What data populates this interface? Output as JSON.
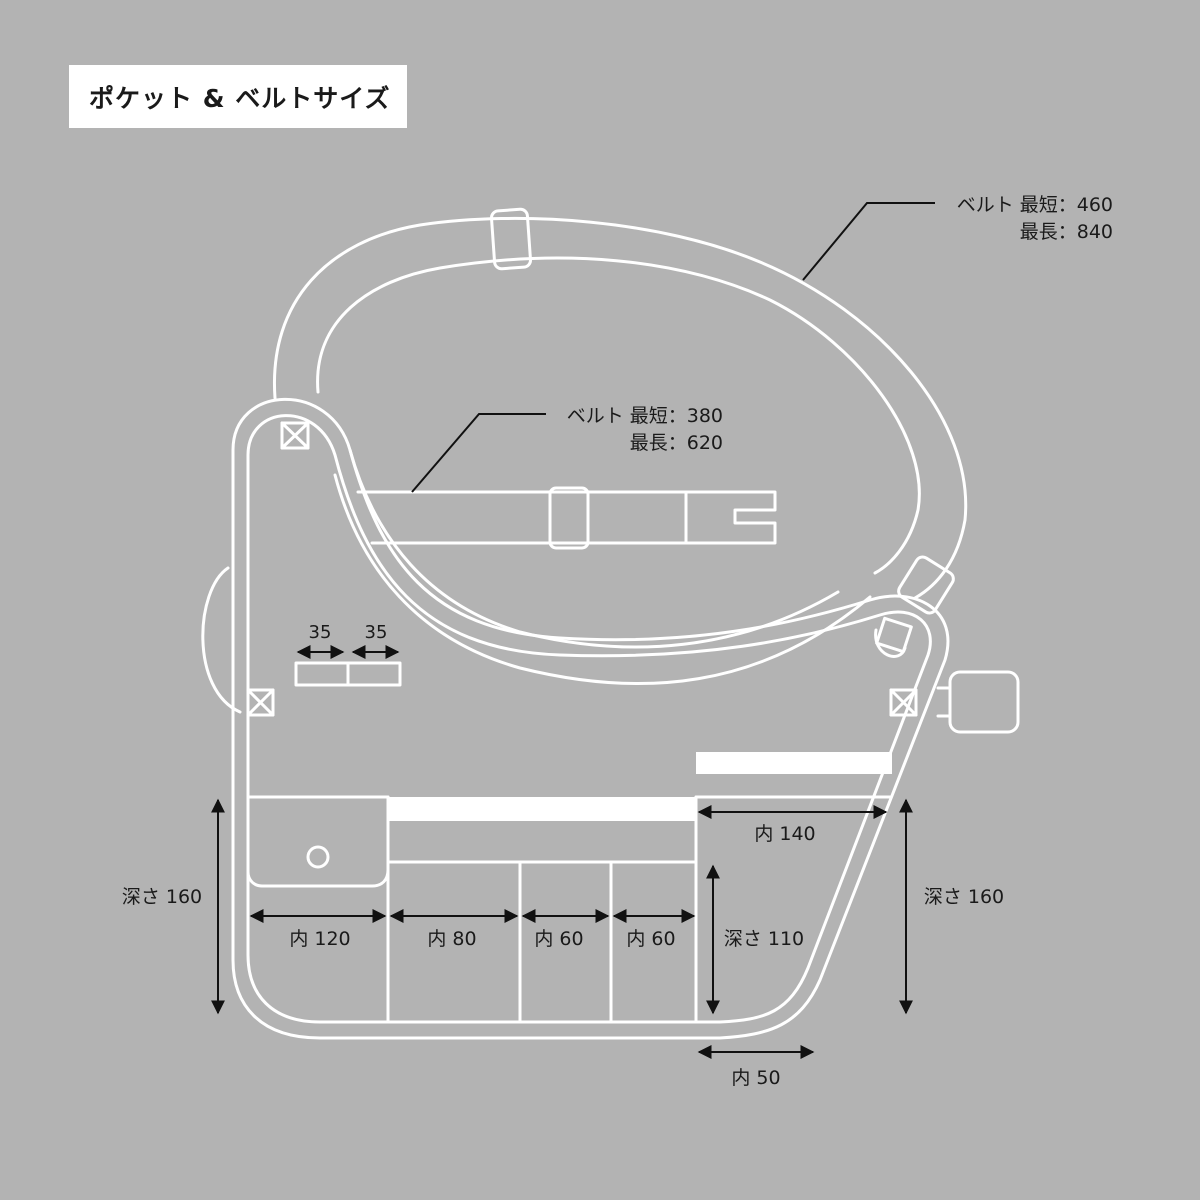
{
  "title": "ポケット & ベルトサイズ",
  "belt_long": {
    "line1": "ベルト 最短：460",
    "line2": "最長：840"
  },
  "belt_short": {
    "line1": "ベルト 最短：380",
    "line2": "最長：620"
  },
  "dimensions": {
    "small_pocket_a": "35",
    "small_pocket_b": "35",
    "depth_left": "深さ 160",
    "depth_right": "深さ 160",
    "depth_middle": "深さ 110",
    "width_140": "内 140",
    "width_120": "内 120",
    "width_80": "内 80",
    "width_60_a": "内 60",
    "width_60_b": "内 60",
    "width_50": "内 50"
  },
  "colors": {
    "background": "#b3b3b3",
    "outline": "#ffffff",
    "dimension": "#111111",
    "text": "#1a1a1a"
  }
}
